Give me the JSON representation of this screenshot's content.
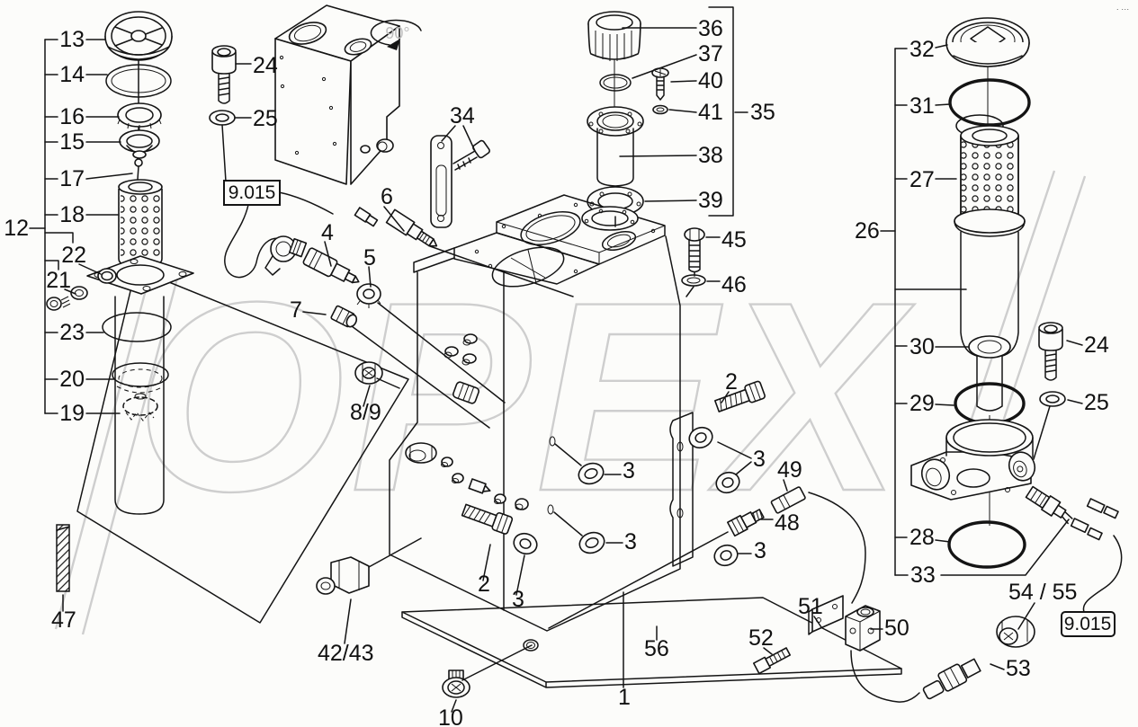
{
  "watermark": {
    "text": "OPEX",
    "color": "#cecece"
  },
  "annotations": {
    "rotation": "90°",
    "corner_marks": "· ···"
  },
  "boxed_references": [
    {
      "label": "9.015"
    },
    {
      "label": "9.015"
    }
  ],
  "callouts": [
    {
      "label": "13"
    },
    {
      "label": "14"
    },
    {
      "label": "16"
    },
    {
      "label": "15"
    },
    {
      "label": "17"
    },
    {
      "label": "18"
    },
    {
      "label": "12"
    },
    {
      "label": "22"
    },
    {
      "label": "21"
    },
    {
      "label": "23"
    },
    {
      "label": "20"
    },
    {
      "label": "19"
    },
    {
      "label": "24"
    },
    {
      "label": "25"
    },
    {
      "label": "34"
    },
    {
      "label": "6"
    },
    {
      "label": "4"
    },
    {
      "label": "5"
    },
    {
      "label": "7"
    },
    {
      "label": "8/9"
    },
    {
      "label": "36"
    },
    {
      "label": "37"
    },
    {
      "label": "40"
    },
    {
      "label": "41"
    },
    {
      "label": "35"
    },
    {
      "label": "38"
    },
    {
      "label": "39"
    },
    {
      "label": "45"
    },
    {
      "label": "46"
    },
    {
      "label": "2"
    },
    {
      "label": "3"
    },
    {
      "label": "49"
    },
    {
      "label": "48"
    },
    {
      "label": "3"
    },
    {
      "label": "3"
    },
    {
      "label": "3"
    },
    {
      "label": "2"
    },
    {
      "label": "3"
    },
    {
      "label": "42/43"
    },
    {
      "label": "10"
    },
    {
      "label": "47"
    },
    {
      "label": "56"
    },
    {
      "label": "1"
    },
    {
      "label": "52"
    },
    {
      "label": "51"
    },
    {
      "label": "50"
    },
    {
      "label": "26"
    },
    {
      "label": "32"
    },
    {
      "label": "31"
    },
    {
      "label": "27"
    },
    {
      "label": "30"
    },
    {
      "label": "29"
    },
    {
      "label": "28"
    },
    {
      "label": "33"
    },
    {
      "label": "24"
    },
    {
      "label": "25"
    },
    {
      "label": "54 / 55"
    },
    {
      "label": "53"
    }
  ]
}
